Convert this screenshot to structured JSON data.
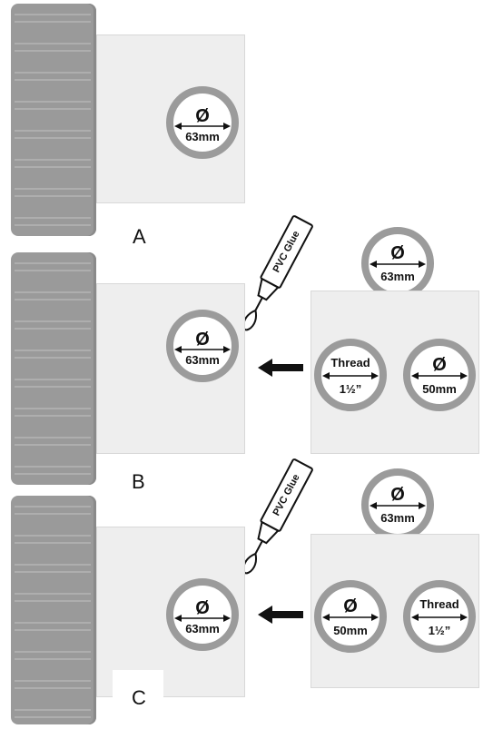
{
  "panels": [
    {
      "label": "A",
      "main_fitting": {
        "symbol": "Ø",
        "size": "63mm"
      }
    },
    {
      "label": "B",
      "main_fitting": {
        "symbol": "Ø",
        "size": "63mm"
      },
      "glue": "PVC Glue",
      "top_fitting": {
        "symbol": "Ø",
        "size": "63mm"
      },
      "left_fitting": {
        "label": "Thread",
        "size": "1½”"
      },
      "right_fitting": {
        "symbol": "Ø",
        "size": "50mm"
      }
    },
    {
      "label": "C",
      "main_fitting": {
        "symbol": "Ø",
        "size": "63mm"
      },
      "glue": "PVC Glue",
      "top_fitting": {
        "symbol": "Ø",
        "size": "63mm"
      },
      "left_fitting": {
        "symbol": "Ø",
        "size": "50mm"
      },
      "right_fitting": {
        "label": "Thread",
        "size": "1½”"
      }
    }
  ],
  "colors": {
    "ring": "#9b9b9b",
    "grille": "#9a9a9a",
    "plate": "#eeeeee",
    "arrow": "#111111"
  }
}
